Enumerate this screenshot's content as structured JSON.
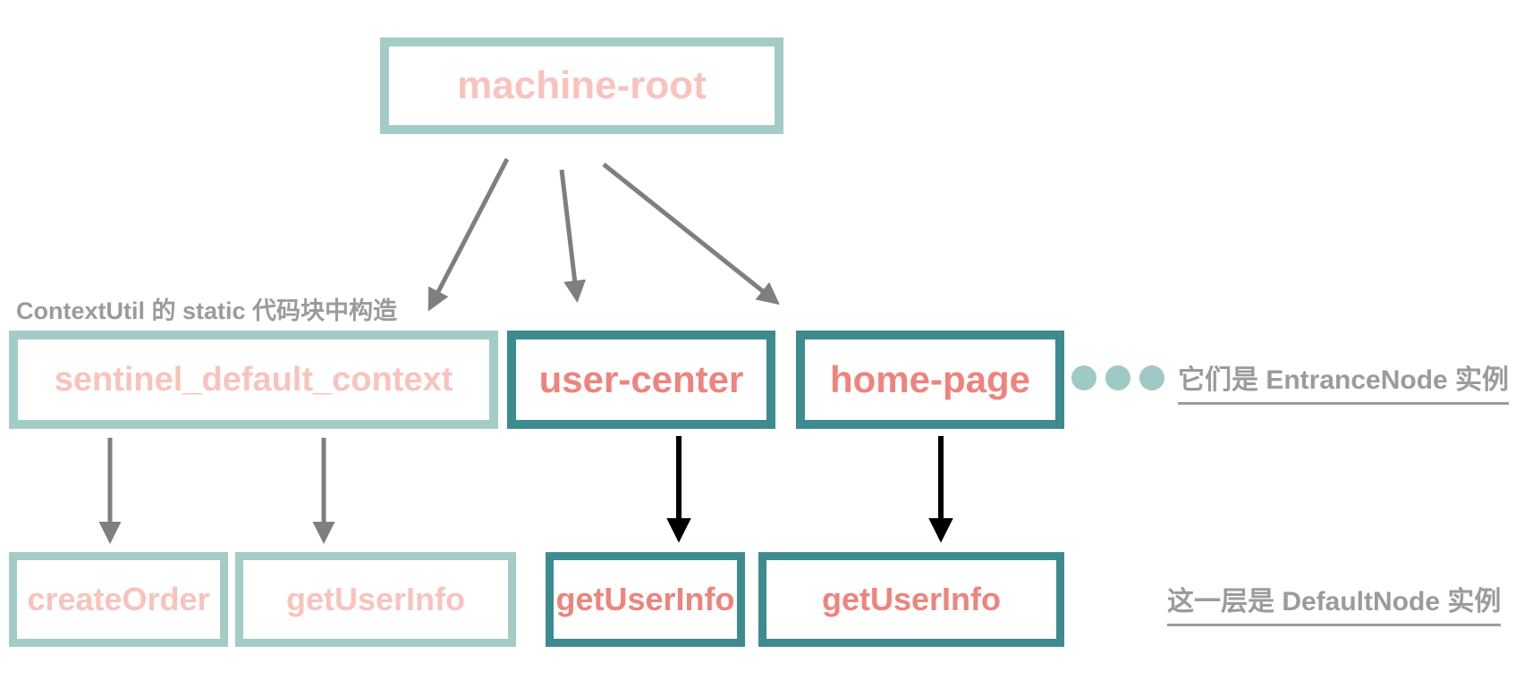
{
  "nodes": {
    "machine_root": {
      "label": "machine-root",
      "style": "faded",
      "level": "root"
    },
    "sentinel_default_context": {
      "label": "sentinel_default_context",
      "style": "faded",
      "level": "entrance"
    },
    "user_center": {
      "label": "user-center",
      "style": "active",
      "level": "entrance"
    },
    "home_page": {
      "label": "home-page",
      "style": "active",
      "level": "entrance"
    },
    "create_order": {
      "label": "createOrder",
      "style": "faded",
      "level": "default"
    },
    "get_user_info_1": {
      "label": "getUserInfo",
      "style": "faded",
      "level": "default"
    },
    "get_user_info_2": {
      "label": "getUserInfo",
      "style": "active",
      "level": "default"
    },
    "get_user_info_3": {
      "label": "getUserInfo",
      "style": "active",
      "level": "default"
    }
  },
  "edges": [
    {
      "from": "machine_root",
      "to": "sentinel_default_context",
      "color": "gray"
    },
    {
      "from": "machine_root",
      "to": "user_center",
      "color": "gray"
    },
    {
      "from": "machine_root",
      "to": "home_page",
      "color": "gray"
    },
    {
      "from": "sentinel_default_context",
      "to": "create_order",
      "color": "gray"
    },
    {
      "from": "sentinel_default_context",
      "to": "get_user_info_1",
      "color": "gray"
    },
    {
      "from": "user_center",
      "to": "get_user_info_2",
      "color": "black"
    },
    {
      "from": "home_page",
      "to": "get_user_info_3",
      "color": "black"
    }
  ],
  "annotations": {
    "context_label": "ContextUtil 的 static 代码块中构造",
    "entrance_label": "它们是 EntranceNode 实例",
    "default_label": "这一层是 DefaultNode 实例"
  },
  "ellipsis": {
    "dot_count": 3
  },
  "colors": {
    "teal_active": "#3d8b8e",
    "teal_faded": "#a3ccc7",
    "pink_active": "#ef837d",
    "pink_faded": "#f9c3bd",
    "gray_text": "#9b9b9b",
    "gray_arrow": "#7f7f7f",
    "black_arrow": "#000000",
    "dot_color": "#9fc9c4",
    "bg": "#ffffff"
  }
}
